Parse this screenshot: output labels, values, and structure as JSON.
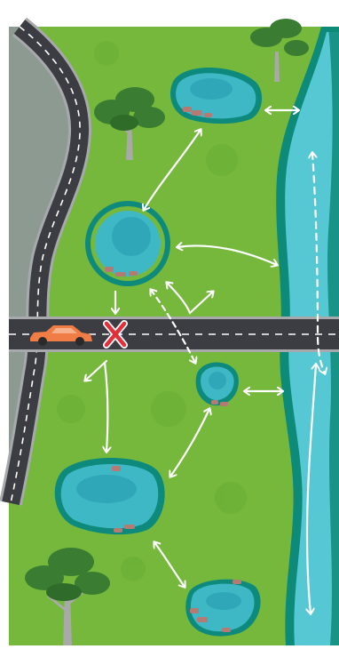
{
  "scene": {
    "palette": {
      "grass": "#75b83c",
      "grass_dark": "#63a533",
      "water": "#3fb8c6",
      "water_deep": "#2aa0b2",
      "water_rim": "#0d8a7c",
      "river": "#55c8d4",
      "river_bank": "#0e8a78",
      "road": "#3c3d42",
      "road_edge": "#a7a9ac",
      "wetland": "#8d9a92",
      "car": "#ef7d45",
      "blocked": "#e0303c",
      "arrow": "#ffffff",
      "tree_canopy": "#3a7d32",
      "tree_trunk": "#a9a9a9"
    },
    "icons": [
      "tree-icon",
      "car-icon",
      "blocked-crossing-icon",
      "two-way-arrow-icon",
      "dashed-two-way-arrow-icon"
    ],
    "ponds": [
      "pond-top",
      "pond-middle",
      "pond-small",
      "pond-lower",
      "pond-bottom"
    ],
    "connections": [
      {
        "from": "pond-top",
        "to": "river",
        "style": "solid",
        "direction": "two-way"
      },
      {
        "from": "pond-top",
        "to": "pond-middle",
        "style": "solid",
        "direction": "two-way"
      },
      {
        "from": "pond-middle",
        "to": "river",
        "style": "solid",
        "direction": "two-way"
      },
      {
        "from": "pond-middle",
        "to": "pond-small",
        "style": "dashed",
        "direction": "two-way"
      },
      {
        "from": "pond-small",
        "to": "river",
        "style": "solid",
        "direction": "two-way"
      },
      {
        "from": "pond-small",
        "to": "pond-lower",
        "style": "solid",
        "direction": "two-way"
      },
      {
        "from": "pond-lower",
        "to": "pond-bottom",
        "style": "solid",
        "direction": "two-way"
      },
      {
        "from": "river-upstream",
        "to": "river-downstream",
        "style": "dashed",
        "direction": "two-way"
      },
      {
        "from": "pond-middle",
        "to": "road",
        "style": "solid",
        "direction": "blocked"
      }
    ]
  }
}
